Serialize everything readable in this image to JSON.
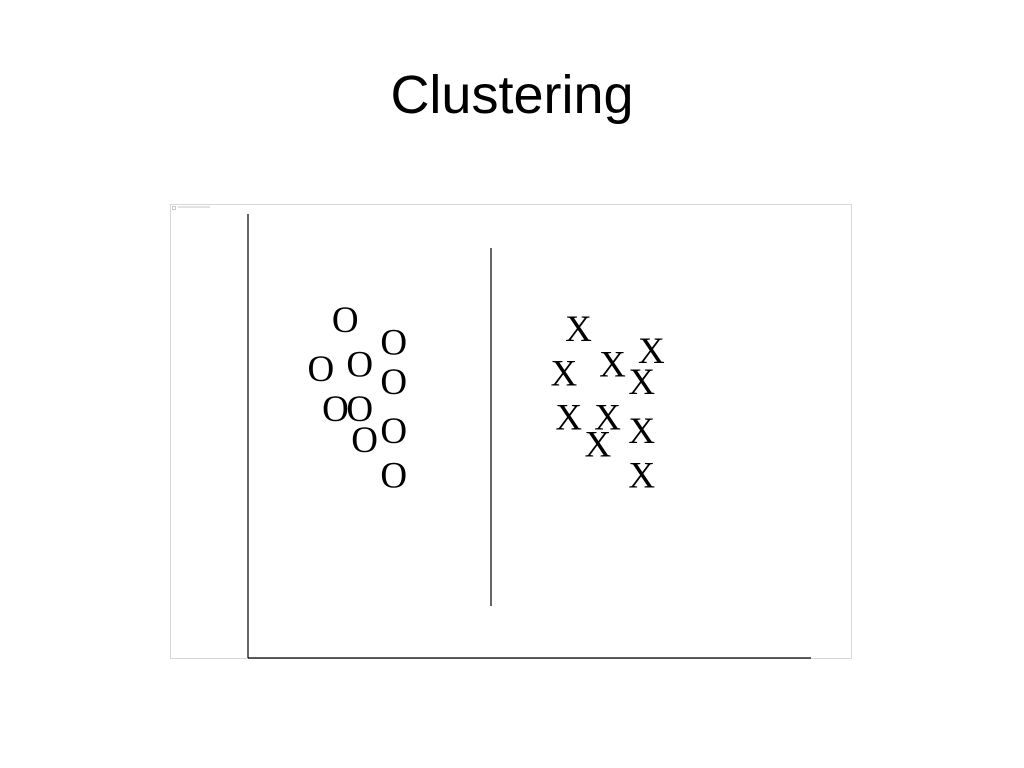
{
  "slide": {
    "title": "Clustering"
  },
  "figure": {
    "line_color": "#000000",
    "frame_color": "#d8d8d8",
    "cluster_a": {
      "symbol": "O",
      "points": [
        [
          2.0,
          7.6
        ],
        [
          3.0,
          7.1
        ],
        [
          1.5,
          6.5
        ],
        [
          2.3,
          6.6
        ],
        [
          3.0,
          6.2
        ],
        [
          1.8,
          5.6
        ],
        [
          2.3,
          5.6
        ],
        [
          3.0,
          5.1
        ],
        [
          2.4,
          4.9
        ],
        [
          3.0,
          4.1
        ]
      ]
    },
    "cluster_b": {
      "symbol": "X",
      "points": [
        [
          6.8,
          7.4
        ],
        [
          8.3,
          6.9
        ],
        [
          7.5,
          6.6
        ],
        [
          6.5,
          6.4
        ],
        [
          8.1,
          6.2
        ],
        [
          6.6,
          5.4
        ],
        [
          7.4,
          5.4
        ],
        [
          8.1,
          5.1
        ],
        [
          7.2,
          4.8
        ],
        [
          8.1,
          4.1
        ]
      ]
    },
    "separator_x": 5.0
  }
}
